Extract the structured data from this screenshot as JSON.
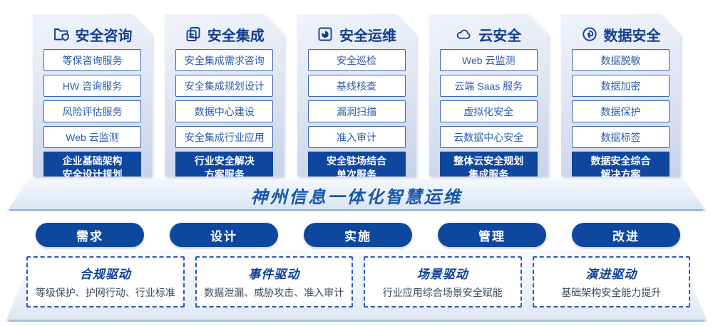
{
  "colors": {
    "primary_blue": "#10479e",
    "item_border_blue": "#3b65b0",
    "item_text_blue": "#2b5cae",
    "header_navy": "#123e8f",
    "banner_text_blue": "#1656a9",
    "driver_desc_gray": "#3c4c60"
  },
  "columns": [
    {
      "icon": "folder-shield-icon",
      "title": "安全咨询",
      "items": [
        "等保咨询服务",
        "HW 咨询服务",
        "风险评估服务",
        "Web 云监测"
      ],
      "footer_lines": [
        "企业基础架构",
        "安全设计规划"
      ]
    },
    {
      "icon": "documents-icon",
      "title": "安全集成",
      "items": [
        "安全集成需求咨询",
        "安全集成规划设计",
        "数据中心建设",
        "安全集成行业应用"
      ],
      "footer_lines": [
        "行业安全解决",
        "方案服务"
      ]
    },
    {
      "icon": "ops-clock-icon",
      "title": "安全运维",
      "items": [
        "安全巡检",
        "基线核查",
        "漏洞扫描",
        "准入审计"
      ],
      "footer_lines": [
        "安全驻场结合",
        "单次服务"
      ]
    },
    {
      "icon": "cloud-icon",
      "title": "云安全",
      "items": [
        "Web 云监测",
        "云端 Saas 服务",
        "虚拟化安全",
        "云数据中心安全"
      ],
      "footer_lines": [
        "整体云安全规划",
        "集成服务"
      ]
    },
    {
      "icon": "fingerprint-icon",
      "title": "数据安全",
      "items": [
        "数据脱敏",
        "数据加密",
        "数据保护",
        "数据标签"
      ],
      "footer_lines": [
        "数据安全综合",
        "解决方案"
      ]
    }
  ],
  "banner": {
    "title": "神州信息一体化智慧运维"
  },
  "process_pills": [
    "需求",
    "设计",
    "实施",
    "管理",
    "改进"
  ],
  "drivers": [
    {
      "title": "合规驱动",
      "desc": "等级保护、护网行动、行业标准"
    },
    {
      "title": "事件驱动",
      "desc": "数据泄漏、威胁攻击、准入审计"
    },
    {
      "title": "场景驱动",
      "desc": "行业应用综合场景安全赋能"
    },
    {
      "title": "演进驱动",
      "desc": "基础架构安全能力提升"
    }
  ]
}
